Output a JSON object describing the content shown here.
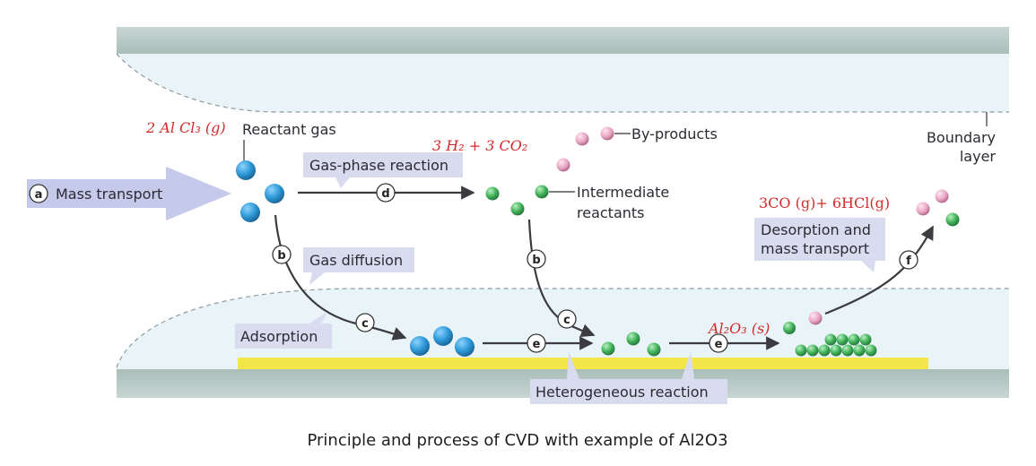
{
  "labels": {
    "mass_transport": "Mass transport",
    "reactant_gas": "Reactant gas",
    "gas_phase_reaction": "Gas-phase reaction",
    "by_products": "By-products",
    "intermediate_line1": "Intermediate",
    "intermediate_line2": "reactants",
    "boundary_line1": "Boundary",
    "boundary_line2": "layer",
    "gas_diffusion": "Gas diffusion",
    "adsorption": "Adsorption",
    "desorption_line1": "Desorption and",
    "desorption_line2": "mass transport",
    "heterogeneous_reaction": "Heterogeneous reaction"
  },
  "chemistry": {
    "reactant": "2 Al Cl₃ (g)",
    "intermediate_eq": "3 H₂ + 3 CO₂",
    "product_solid": "Al₂O₃ (s)",
    "byproducts_eq": "3CO (g)+ 6HCl(g)"
  },
  "steps": {
    "a": "a",
    "b": "b",
    "c": "c",
    "d": "d",
    "e": "e",
    "f": "f"
  },
  "caption": "Principle and process of CVD with example of Al2O3",
  "colors": {
    "tube_wall": "#b8c9c6",
    "gas_region": "#e9f4f8",
    "substrate": "#f3e64a",
    "label_box": "#d9dcef",
    "blue_molecule": "#2e9ad8",
    "green_molecule": "#43b35a",
    "pink_molecule": "#e8a6c2",
    "chem_text": "#d42a2a"
  }
}
